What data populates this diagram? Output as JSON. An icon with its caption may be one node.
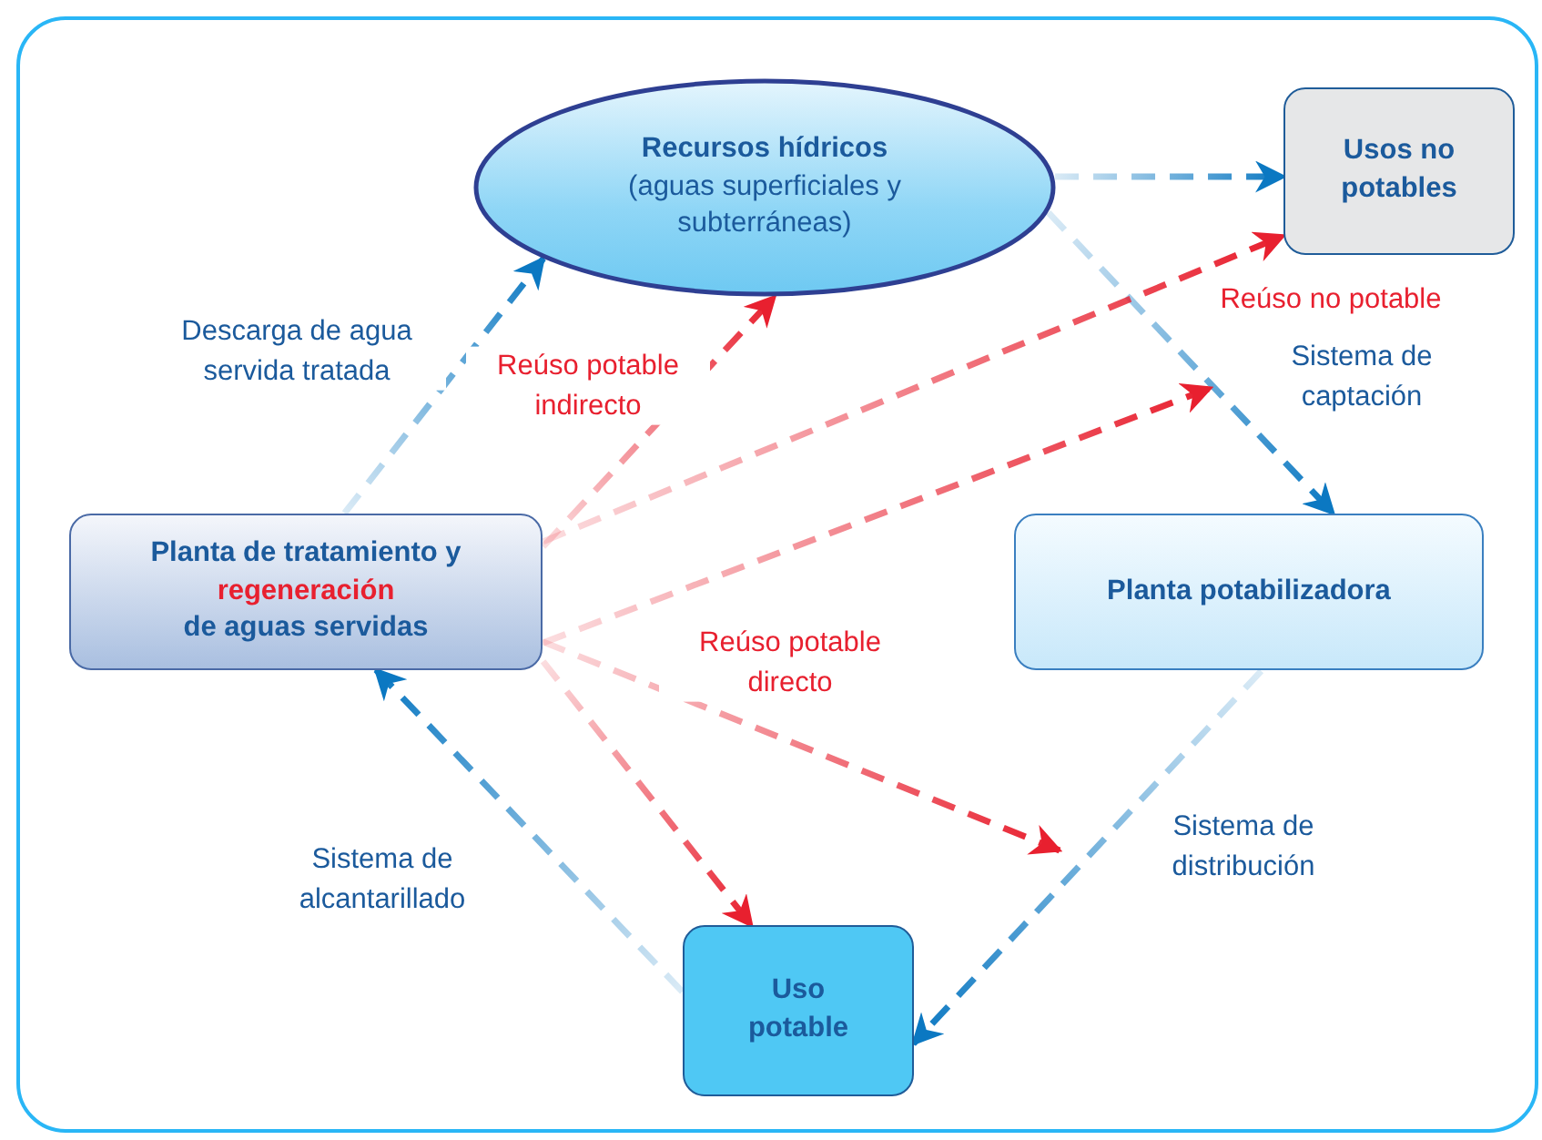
{
  "diagram": {
    "nodes": [
      {
        "text": [
          "Recursos hídricos",
          "(aguas superficiales y subterráneas)"
        ]
      },
      {
        "text": [
          "Usos no potables"
        ]
      },
      {
        "text": [
          "Planta de tratamiento y",
          "regeneración",
          "de aguas servidas"
        ]
      },
      {
        "text": [
          "Planta potabilizadora"
        ]
      },
      {
        "text": [
          "Uso potable"
        ]
      }
    ],
    "edges": [
      {
        "from": 2,
        "to": 0,
        "arrow": "to",
        "style": "dashed",
        "label": "Descarga de agua servida tratada"
      },
      {
        "from": 0,
        "to": 1,
        "arrow": "to",
        "style": "dashed"
      },
      {
        "from": 0,
        "to": 3,
        "arrow": "to",
        "style": "dashed",
        "label": "Sistema de captación"
      },
      {
        "from": 3,
        "to": 4,
        "arrow": "to",
        "style": "dashed",
        "label": "Sistema de distribución"
      },
      {
        "from": 4,
        "to": 2,
        "arrow": "to",
        "style": "dashed",
        "label": "Sistema de alcantarillado"
      },
      {
        "from": 2,
        "to": 0,
        "arrow": "to",
        "style": "dashed",
        "color": "#e8202f",
        "label": "Reúso potable indirecto"
      },
      {
        "from": 2,
        "to": 1,
        "arrow": "to",
        "style": "dashed",
        "color": "#e8202f",
        "label": "Reúso no potable"
      },
      {
        "from": 2,
        "to": null,
        "arrow": "to",
        "style": "dashed",
        "color": "#e8202f"
      },
      {
        "from": 2,
        "to": null,
        "arrow": "to",
        "style": "dashed",
        "color": "#e8202f"
      },
      {
        "from": 2,
        "to": 4,
        "arrow": "to",
        "style": "dashed",
        "color": "#e8202f"
      }
    ],
    "labels": [
      "Reúso potable directo"
    ]
  }
}
